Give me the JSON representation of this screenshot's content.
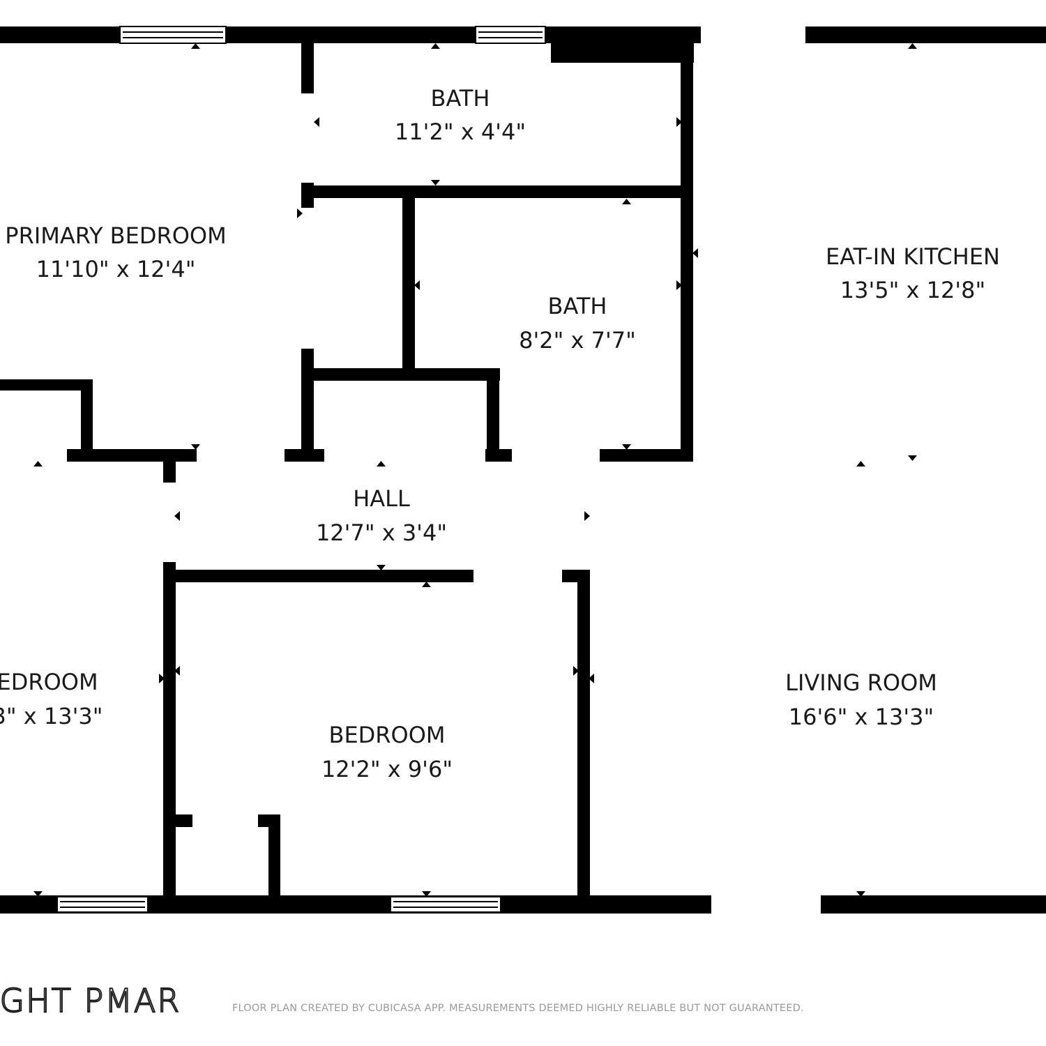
{
  "rooms": {
    "primary_bedroom": {
      "name": "PRIMARY BEDROOM",
      "dims": "11'10\" x 12'4\""
    },
    "bath_top": {
      "name": "BATH",
      "dims": "11'2\" x 4'4\""
    },
    "bath_middle": {
      "name": "BATH",
      "dims": "8'2\" x 7'7\""
    },
    "kitchen": {
      "name": "EAT-IN KITCHEN",
      "dims": "13'5\" x 12'8\""
    },
    "hall": {
      "name": "HALL",
      "dims": "12'7\" x 3'4\""
    },
    "bedroom_left": {
      "name": "EDROOM",
      "dims": "3\" x 13'3\""
    },
    "bedroom_center": {
      "name": "BEDROOM",
      "dims": "12'2\" x 9'6\""
    },
    "living_room": {
      "name": "LIVING ROOM",
      "dims": "16'6\" x 13'3\""
    }
  },
  "watermark": "RIGHT PMAR",
  "disclaimer": "FLOOR PLAN CREATED BY CUBICASA APP. MEASUREMENTS DEEMED HIGHLY RELIABLE BUT NOT GUARANTEED."
}
